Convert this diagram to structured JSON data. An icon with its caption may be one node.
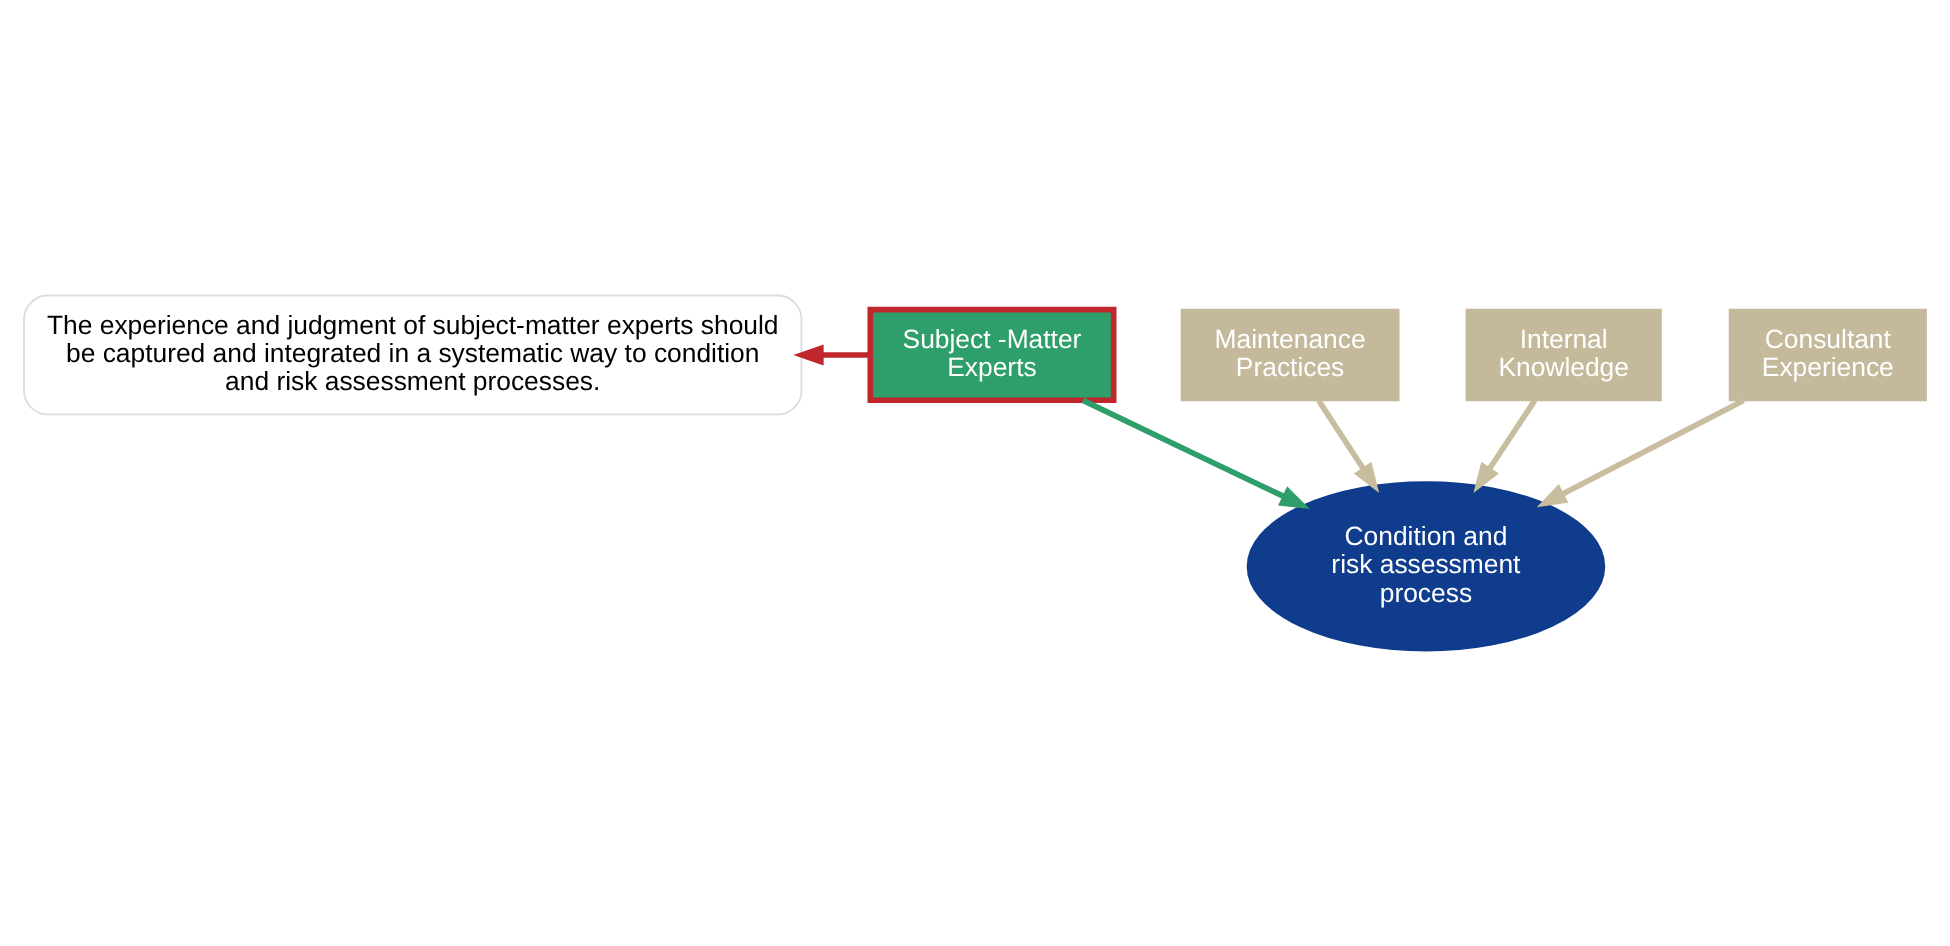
{
  "diagram": {
    "nodes": [
      {
        "text": [
          "The experience and judgment of subject-matter experts should be captured and integrated in a systematic way to condition and risk assessment processes."
        ]
      },
      {
        "text": [
          "Maintenance Practices"
        ]
      },
      {
        "text": [
          "Subject -Matter Experts"
        ]
      },
      {
        "text": [
          "Internal Knowledge"
        ]
      },
      {
        "text": [
          "Consultant Experience"
        ]
      },
      {
        "text": [
          "Condition and risk assessment process"
        ]
      }
    ],
    "edges": [
      {
        "from": 2,
        "to": 0,
        "arrow": "to",
        "color": "#c0272d"
      },
      {
        "from": 1,
        "to": 5,
        "arrow": "to"
      },
      {
        "from": 2,
        "to": 5,
        "arrow": "to",
        "color": "#2e9e6a"
      },
      {
        "from": 3,
        "to": 5,
        "arrow": "to"
      },
      {
        "from": 4,
        "to": 5,
        "arrow": "to"
      }
    ]
  }
}
